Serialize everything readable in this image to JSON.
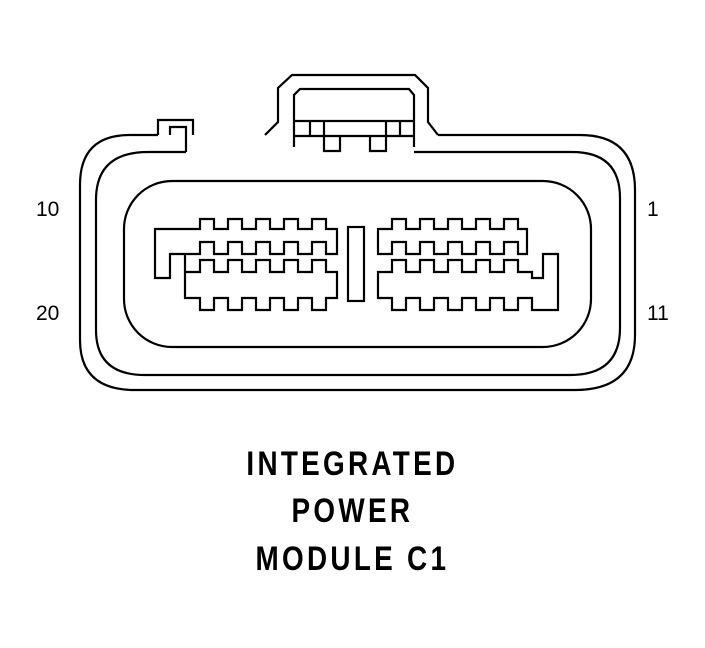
{
  "connector": {
    "pin_labels": {
      "top_left": "10",
      "top_right": "1",
      "bottom_left": "20",
      "bottom_right": "11"
    },
    "caption": {
      "line1": "INTEGRATED",
      "line2": "POWER",
      "line3": "MODULE C1"
    },
    "line_color": "#000000",
    "background_color": "#ffffff"
  }
}
